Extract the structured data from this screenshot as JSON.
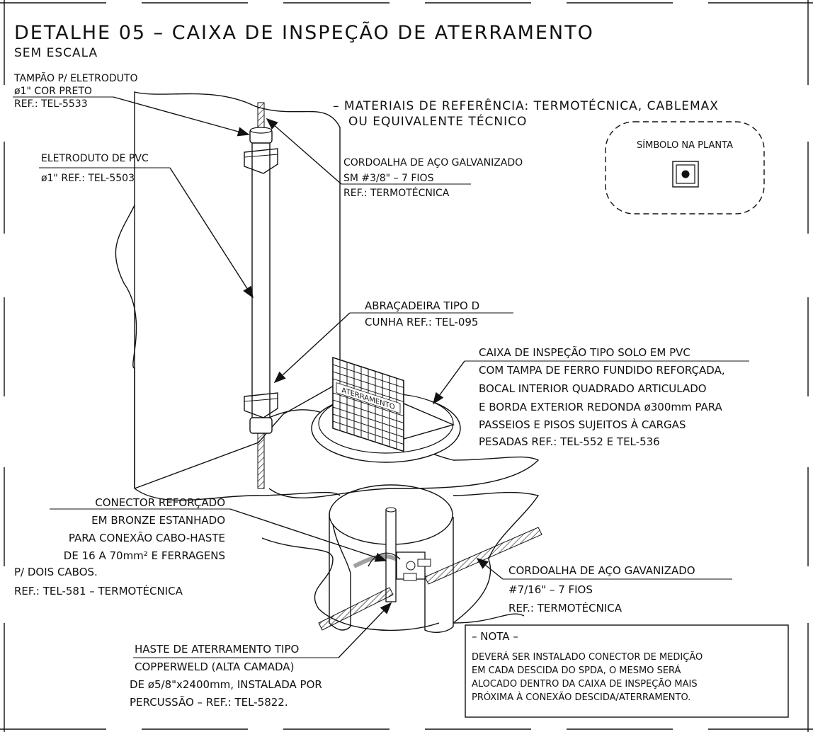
{
  "title": "DETALHE 05 – CAIXA DE INSPEÇÃO DE ATERRAMENTO",
  "subtitle": "SEM ESCALA",
  "reference_materials": {
    "line1": "– MATERIAIS DE REFERÊNCIA: TERMOTÉCNICA, CABLEMAX",
    "line2": "OU EQUIVALENTE TÉCNICO"
  },
  "plan_symbol": {
    "label": "SÍMBOLO NA PLANTA"
  },
  "callouts": {
    "tampao": {
      "l1": "TAMPÃO P/ ELETRODUTO",
      "l2": "ø1\" COR PRETO",
      "l3": "REF.: TEL-5533"
    },
    "eletroduto": {
      "l1": "ELETRODUTO DE PVC",
      "l2": "ø1\" REF.: TEL-5503"
    },
    "cordoalha_top": {
      "l1": "CORDOALHA  DE AÇO GALVANIZADO",
      "l2": "SM #3/8\" – 7 FIOS",
      "l3": "REF.: TERMOTÉCNICA"
    },
    "abracadeira": {
      "l1": "ABRAÇADEIRA TIPO D",
      "l2": "CUNHA REF.: TEL-095"
    },
    "caixa": {
      "l1": "CAIXA DE INSPEÇÃO TIPO SOLO EM PVC",
      "l2": "COM TAMPA DE FERRO FUNDIDO REFORÇADA,",
      "l3": "BOCAL INTERIOR QUADRADO ARTICULADO",
      "l4": "E BORDA EXTERIOR REDONDA ø300mm PARA",
      "l5": "PASSEIOS E PISOS SUJEITOS À CARGAS",
      "l6": "PESADAS REF.: TEL-552 E TEL-536"
    },
    "lid_label": "ATERRAMENTO",
    "conector": {
      "l1": "CONECTOR REFORÇADO",
      "l2": "EM BRONZE ESTANHADO",
      "l3": "PARA CONEXÃO CABO-HASTE",
      "l4": "DE 16 A 70mm² E FERRAGENS",
      "l5": "P/ DOIS CABOS.",
      "l6": "REF.: TEL-581 – TERMOTÉCNICA"
    },
    "cordoalha_bottom": {
      "l1": "CORDOALHA DE AÇO GAVANIZADO",
      "l2": "#7/16\" – 7 FIOS",
      "l3": "REF.: TERMOTÉCNICA"
    },
    "haste": {
      "l1": "HASTE DE ATERRAMENTO TIPO",
      "l2": "COPPERWELD (ALTA CAMADA)",
      "l3": "DE ø5/8\"x2400mm, INSTALADA POR",
      "l4": "PERCUSSÃO – REF.: TEL-5822."
    }
  },
  "nota": {
    "title": "– NOTA –",
    "l1": "DEVERÁ SER INSTALADO CONECTOR DE MEDIÇÃO",
    "l2": "EM CADA DESCIDA DO SPDA, O MESMO SERÁ",
    "l3": "ALOCADO DENTRO DA CAIXA DE INSPEÇÃO MAIS",
    "l4": "PRÓXIMA À CONEXÃO DESCIDA/ATERRAMENTO."
  }
}
